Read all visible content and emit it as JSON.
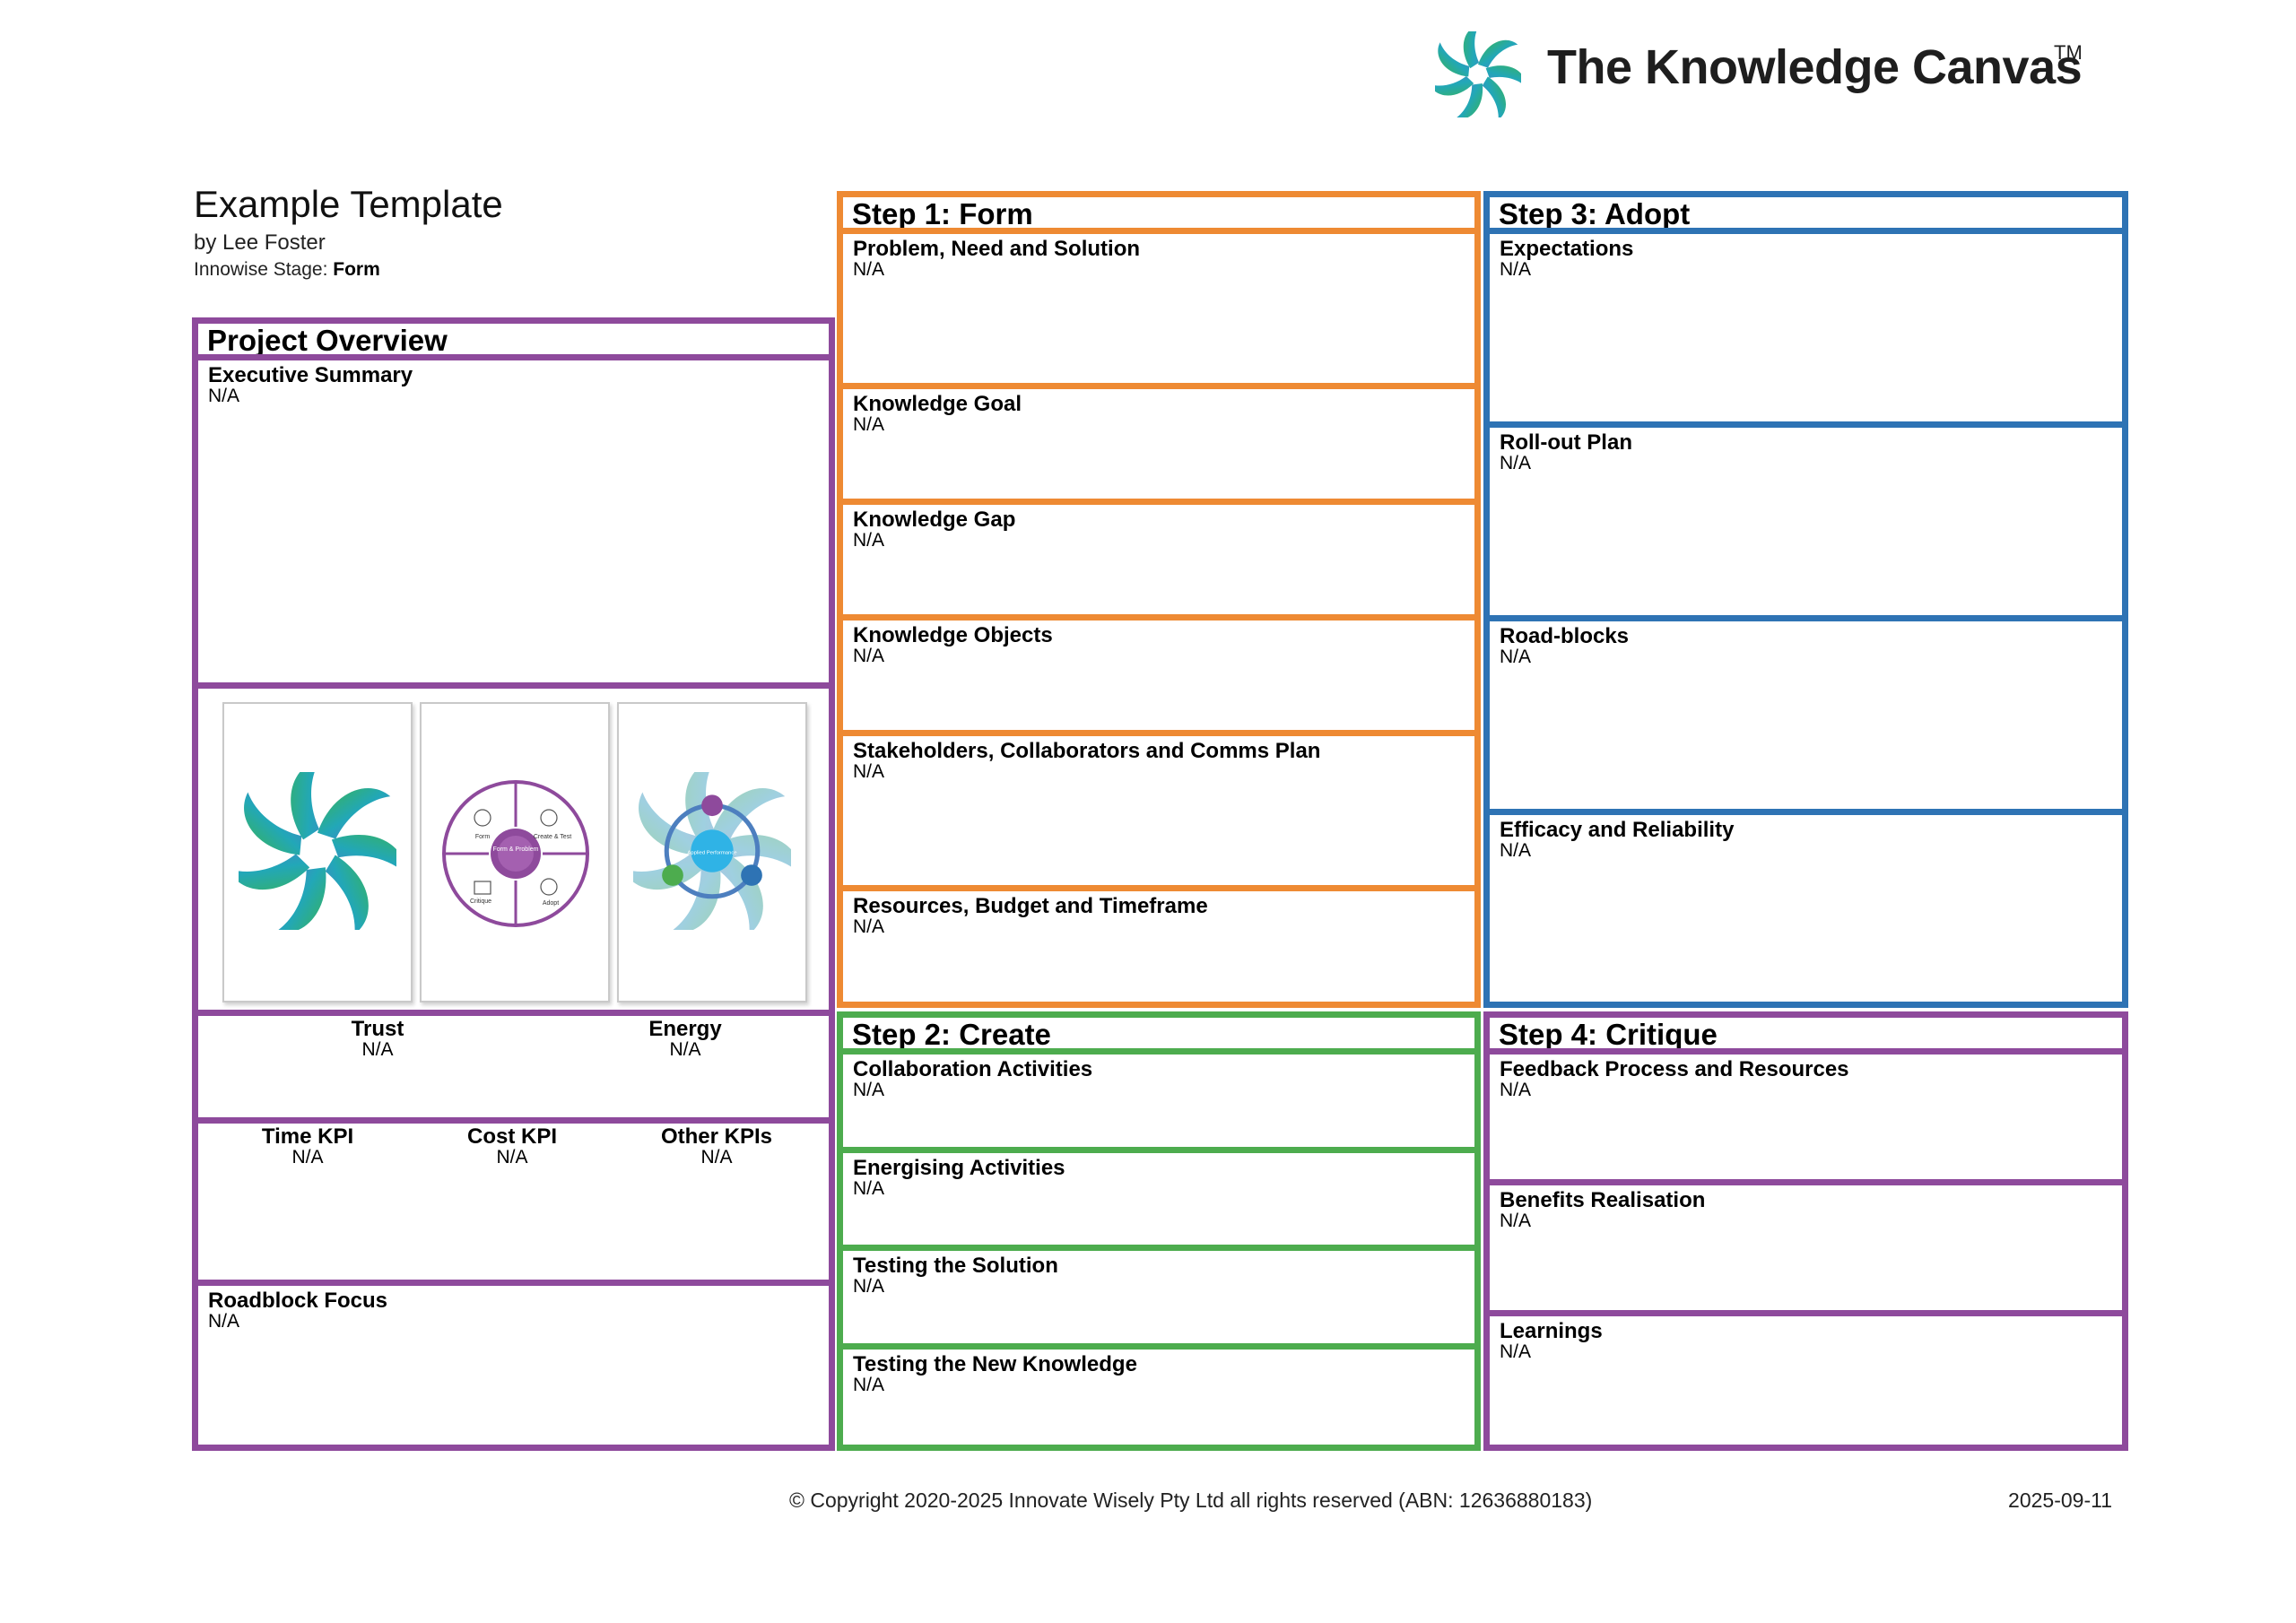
{
  "brand": {
    "name": "The Knowledge Canvas",
    "tm": "TM",
    "logo_icon": "knowledge-canvas-swirl-icon"
  },
  "document": {
    "title": "Example Template",
    "author": "by Lee Foster",
    "stage_label": "Innowise Stage:",
    "stage_value": "Form"
  },
  "project_overview": {
    "header": "Project Overview",
    "executive_summary": {
      "title": "Executive Summary",
      "value": "N/A"
    },
    "images": [
      "swirl-logo-image",
      "innowise-cycle-diagram-image",
      "performance-cycle-diagram-image"
    ],
    "trust": {
      "title": "Trust",
      "value": "N/A"
    },
    "energy": {
      "title": "Energy",
      "value": "N/A"
    },
    "time_kpi": {
      "title": "Time KPI",
      "value": "N/A"
    },
    "cost_kpi": {
      "title": "Cost KPI",
      "value": "N/A"
    },
    "other_kpis": {
      "title": "Other KPIs",
      "value": "N/A"
    },
    "roadblock_focus": {
      "title": "Roadblock Focus",
      "value": "N/A"
    }
  },
  "step1": {
    "header": "Step 1: Form",
    "sections": [
      {
        "title": "Problem, Need and Solution",
        "value": "N/A"
      },
      {
        "title": "Knowledge Goal",
        "value": "N/A"
      },
      {
        "title": "Knowledge Gap",
        "value": "N/A"
      },
      {
        "title": "Knowledge Objects",
        "value": "N/A"
      },
      {
        "title": "Stakeholders, Collaborators and Comms Plan",
        "value": "N/A"
      },
      {
        "title": "Resources, Budget and Timeframe",
        "value": "N/A"
      }
    ]
  },
  "step2": {
    "header": "Step 2: Create",
    "sections": [
      {
        "title": "Collaboration Activities",
        "value": "N/A"
      },
      {
        "title": "Energising Activities",
        "value": "N/A"
      },
      {
        "title": "Testing the Solution",
        "value": "N/A"
      },
      {
        "title": "Testing the New Knowledge",
        "value": "N/A"
      }
    ]
  },
  "step3": {
    "header": "Step 3: Adopt",
    "sections": [
      {
        "title": "Expectations",
        "value": "N/A"
      },
      {
        "title": "Roll-out Plan",
        "value": "N/A"
      },
      {
        "title": "Road-blocks",
        "value": "N/A"
      },
      {
        "title": "Efficacy and Reliability",
        "value": "N/A"
      }
    ]
  },
  "step4": {
    "header": "Step 4: Critique",
    "sections": [
      {
        "title": "Feedback Process and Resources",
        "value": "N/A"
      },
      {
        "title": "Benefits Realisation",
        "value": "N/A"
      },
      {
        "title": "Learnings",
        "value": "N/A"
      }
    ]
  },
  "diagram_labels": {
    "form": "Form",
    "create": "Create & Test",
    "critique": "Critique",
    "adopt": "Adopt",
    "center": "Form & Problem",
    "cycle_center": "Applied Performance"
  },
  "footer": {
    "copyright": "© Copyright 2020-2025 Innovate Wisely Pty Ltd all rights reserved (ABN: 12636880183)",
    "date": "2025-09-11"
  },
  "colors": {
    "purple": "#8e4a9c",
    "orange": "#ee8a33",
    "green": "#4dac4e",
    "blue": "#2e73b4"
  }
}
